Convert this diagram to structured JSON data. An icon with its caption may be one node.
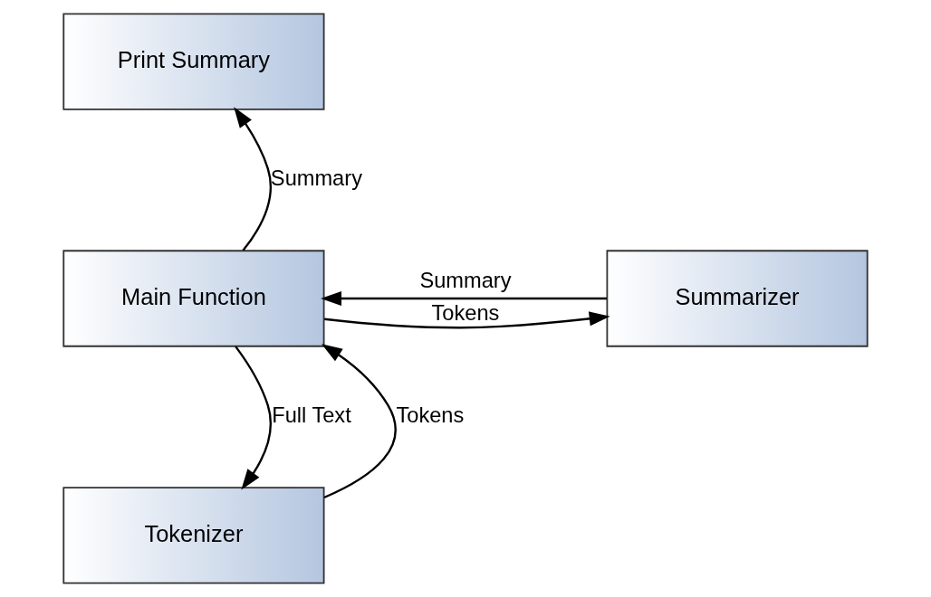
{
  "diagram": {
    "nodes": [
      {
        "text": [
          "Print Summary"
        ]
      },
      {
        "text": [
          "Main Function"
        ]
      },
      {
        "text": [
          "Summarizer"
        ]
      },
      {
        "text": [
          "Tokenizer"
        ]
      }
    ],
    "edges": [
      {
        "from": 1,
        "to": 0,
        "arrow": "to",
        "label": "Summary"
      },
      {
        "from": 1,
        "to": 2,
        "arrow": "to",
        "label": "Tokens"
      },
      {
        "from": 2,
        "to": 1,
        "arrow": "to",
        "label": "Summary"
      },
      {
        "from": 1,
        "to": 3,
        "arrow": "to",
        "label": "Full Text"
      },
      {
        "from": 3,
        "to": 1,
        "arrow": "to",
        "label": "Tokens"
      }
    ]
  }
}
